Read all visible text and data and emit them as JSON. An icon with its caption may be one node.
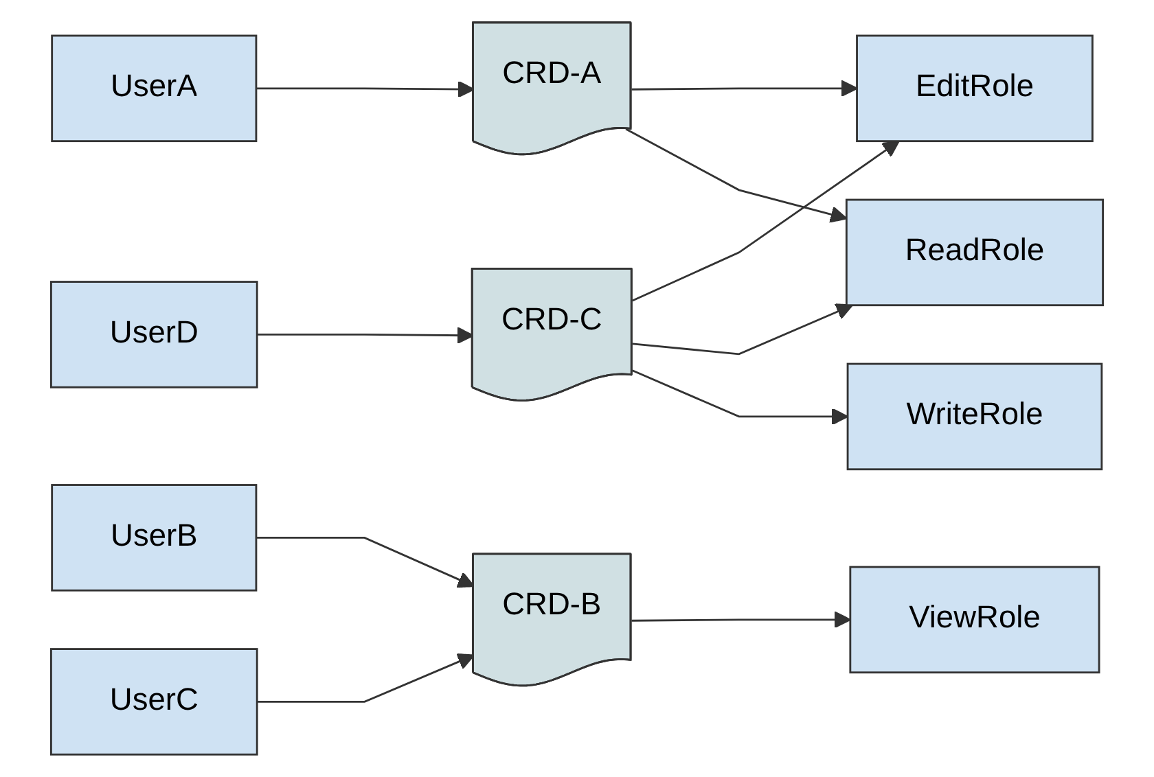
{
  "diagram": {
    "nodes": [
      {
        "text": [
          "UserA"
        ]
      },
      {
        "text": [
          "UserB"
        ]
      },
      {
        "text": [
          "UserC"
        ]
      },
      {
        "text": [
          "UserD"
        ]
      },
      {
        "text": [
          "CRD-A"
        ]
      },
      {
        "text": [
          "CRD-B"
        ]
      },
      {
        "text": [
          "CRD-C"
        ]
      },
      {
        "text": [
          "EditRole"
        ]
      },
      {
        "text": [
          "ViewRole"
        ]
      },
      {
        "text": [
          "ReadRole"
        ]
      },
      {
        "text": [
          "WriteRole"
        ]
      }
    ],
    "edges": [
      {
        "from": 0,
        "to": 4,
        "arrow": "to"
      },
      {
        "from": 1,
        "to": 5,
        "arrow": "to"
      },
      {
        "from": 2,
        "to": 5,
        "arrow": "to"
      },
      {
        "from": 3,
        "to": 6,
        "arrow": "to"
      },
      {
        "from": 4,
        "to": 7,
        "arrow": "to"
      },
      {
        "from": 4,
        "to": 9,
        "arrow": "to"
      },
      {
        "from": 5,
        "to": 8,
        "arrow": "to"
      },
      {
        "from": 6,
        "to": 7,
        "arrow": "to"
      },
      {
        "from": 6,
        "to": 9,
        "arrow": "to"
      },
      {
        "from": 6,
        "to": 10,
        "arrow": "to"
      }
    ]
  }
}
